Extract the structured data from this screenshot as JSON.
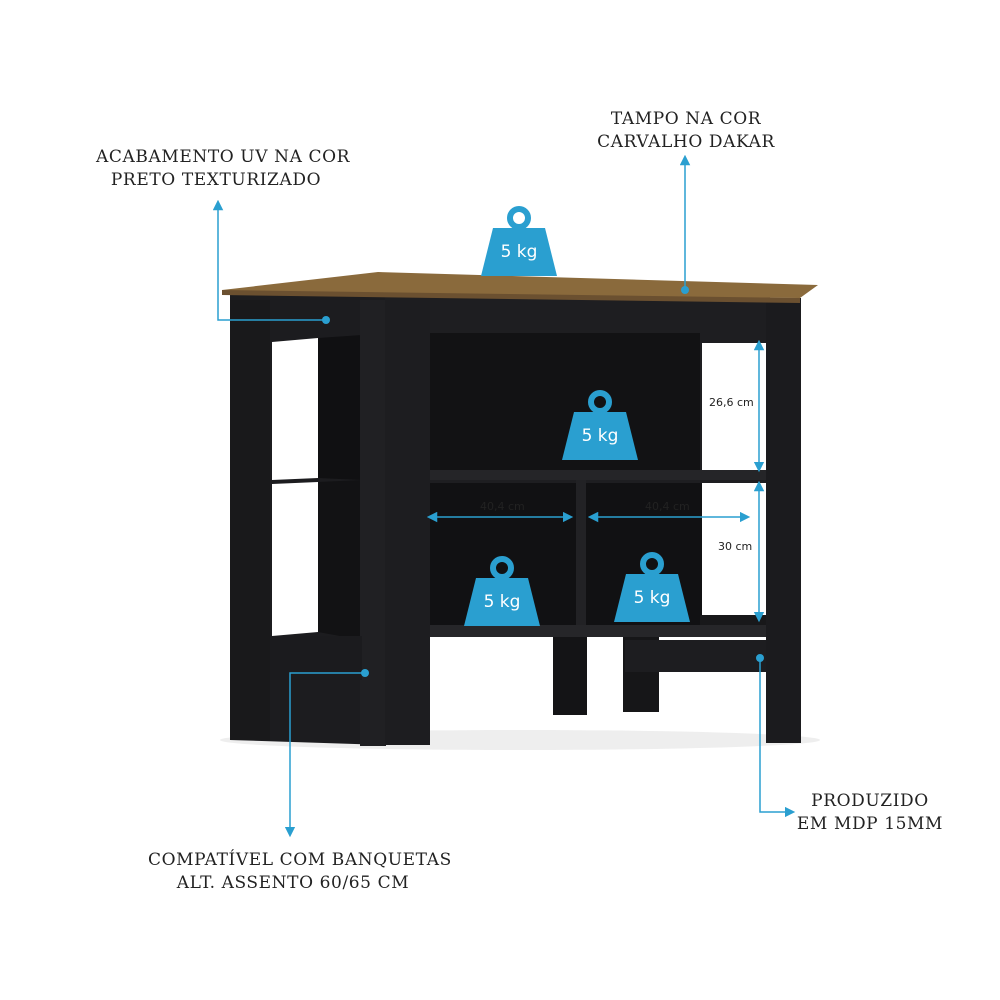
{
  "labels": {
    "finish_line1": "ACABAMENTO UV NA COR",
    "finish_line2": "PRETO TEXTURIZADO",
    "top_line1": "TAMPO NA COR",
    "top_line2": "CARVALHO DAKAR",
    "stools_line1": "COMPATÍVEL COM BANQUETAS",
    "stools_line2": "ALT. ASSENTO 60/65 CM",
    "material_line1": "PRODUZIDO",
    "material_line2": "EM MDP 15MM"
  },
  "dimensions": {
    "upper_shelf_height": "26,6 cm",
    "lower_shelf_height": "30 cm",
    "left_niche_width": "40,4 cm",
    "right_niche_width": "40,4 cm"
  },
  "weights": {
    "top": "5 kg",
    "shelf": "5 kg",
    "left_niche": "5 kg",
    "right_niche": "5 kg"
  },
  "colors": {
    "accent": "#2a9fd0",
    "body": "#1a1a1c",
    "top": "#8a6a3c"
  },
  "icons": [
    "weight-icon",
    "arrow-icon"
  ]
}
